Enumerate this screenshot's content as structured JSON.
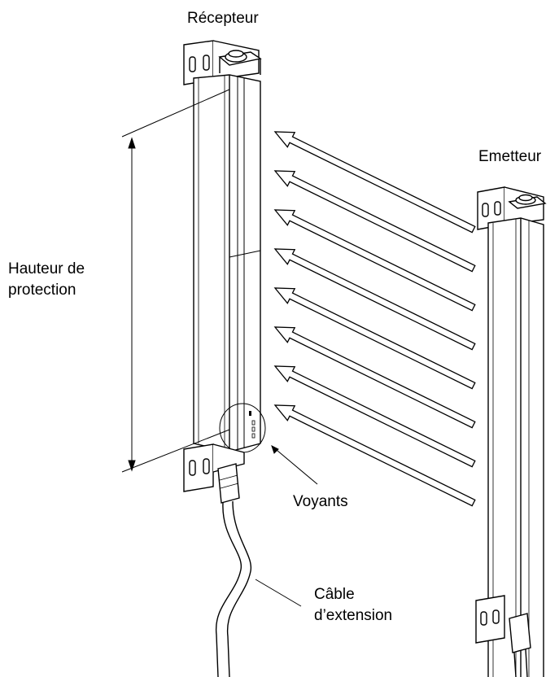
{
  "labels": {
    "receiver": "Récepteur",
    "emitter": "Emetteur",
    "height_line1": "Hauteur de",
    "height_line2": "protection",
    "indicators": "Voyants",
    "cable_line1": "Câble",
    "cable_line2": "d’extension"
  },
  "colors": {
    "line": "#000000",
    "background": "#ffffff"
  },
  "beam_count": 8
}
